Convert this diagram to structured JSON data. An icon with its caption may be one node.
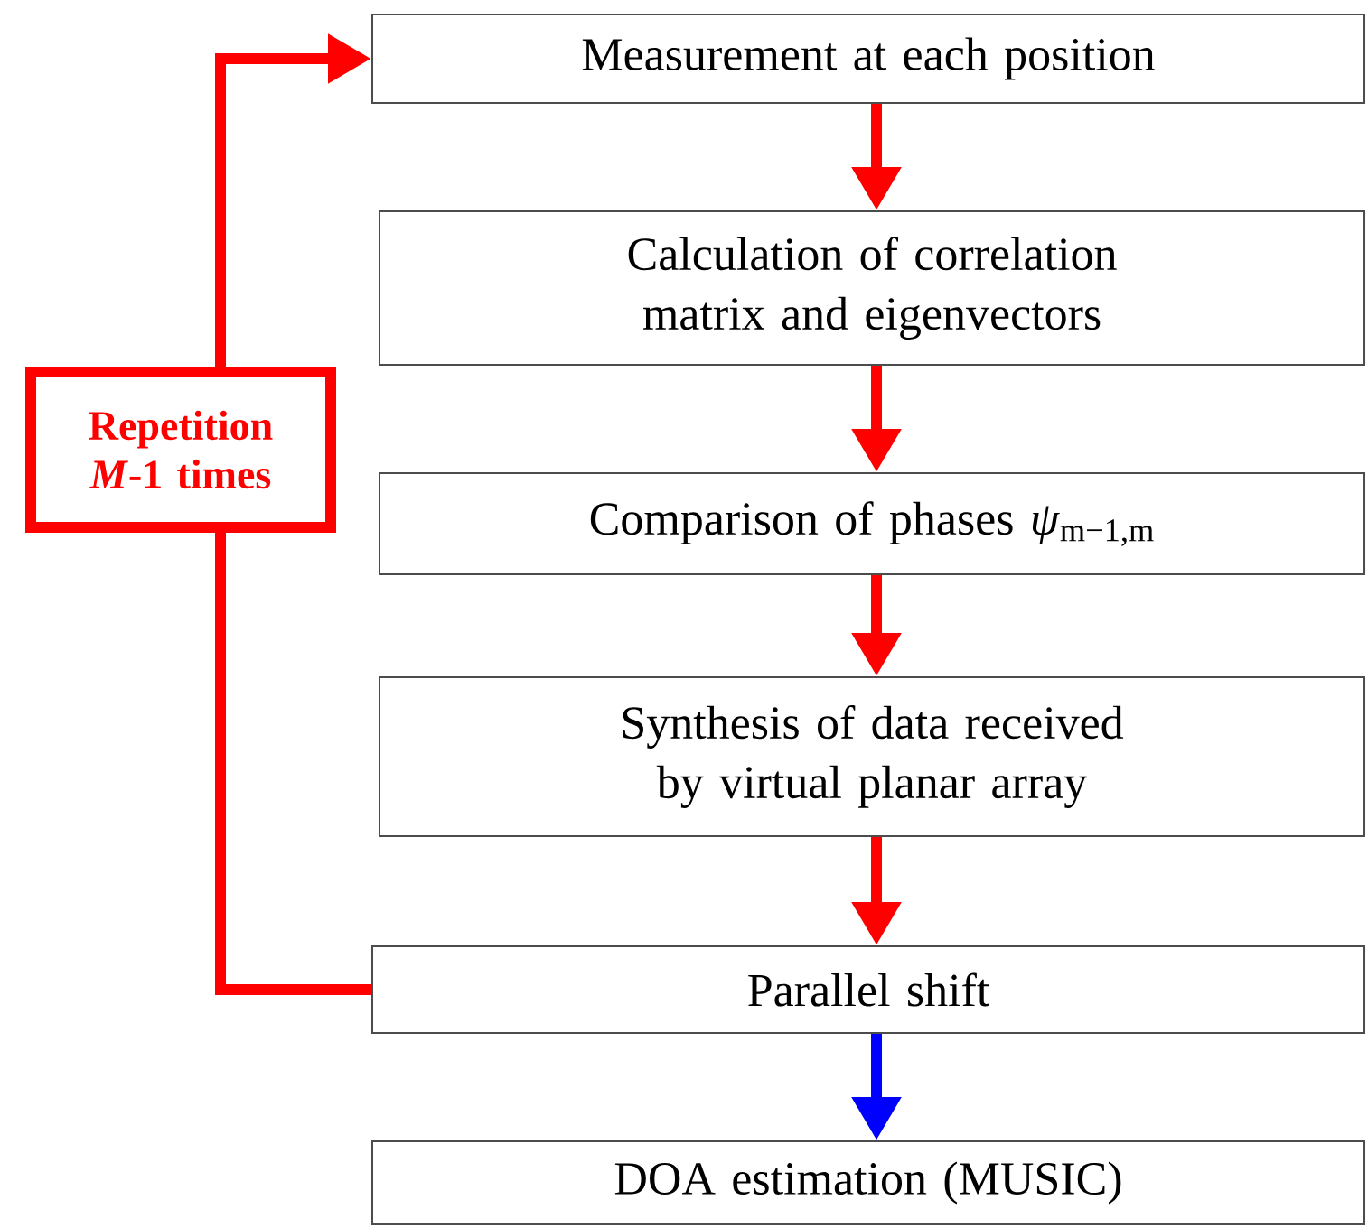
{
  "diagram": {
    "nodes": [
      {
        "text": [
          "Measurement at each position"
        ]
      },
      {
        "text": [
          "Calculation of correlation matrix and eigenvectors"
        ]
      },
      {
        "text": [
          "Comparison of phases *ψ*$_{m−1,m}$"
        ]
      },
      {
        "text": [
          "Synthesis of data received by virtual planar array"
        ]
      },
      {
        "text": [
          "Parallel shift"
        ]
      },
      {
        "text": [
          "DOA estimation (MUSIC)"
        ]
      },
      {
        "text": [
          "Repetition *M*-1 times"
        ]
      }
    ],
    "edges": [
      {
        "from": 0,
        "to": 1,
        "arrow": "to"
      },
      {
        "from": 1,
        "to": 2,
        "arrow": "to"
      },
      {
        "from": 2,
        "to": 3,
        "arrow": "to"
      },
      {
        "from": 3,
        "to": 4,
        "arrow": "to"
      },
      {
        "from": 4,
        "to": 5,
        "arrow": "to",
        "color": "#0000ff"
      },
      {
        "from": 4,
        "to": 6,
        "arrow": "none"
      },
      {
        "from": 6,
        "to": 0,
        "arrow": "to"
      }
    ]
  }
}
